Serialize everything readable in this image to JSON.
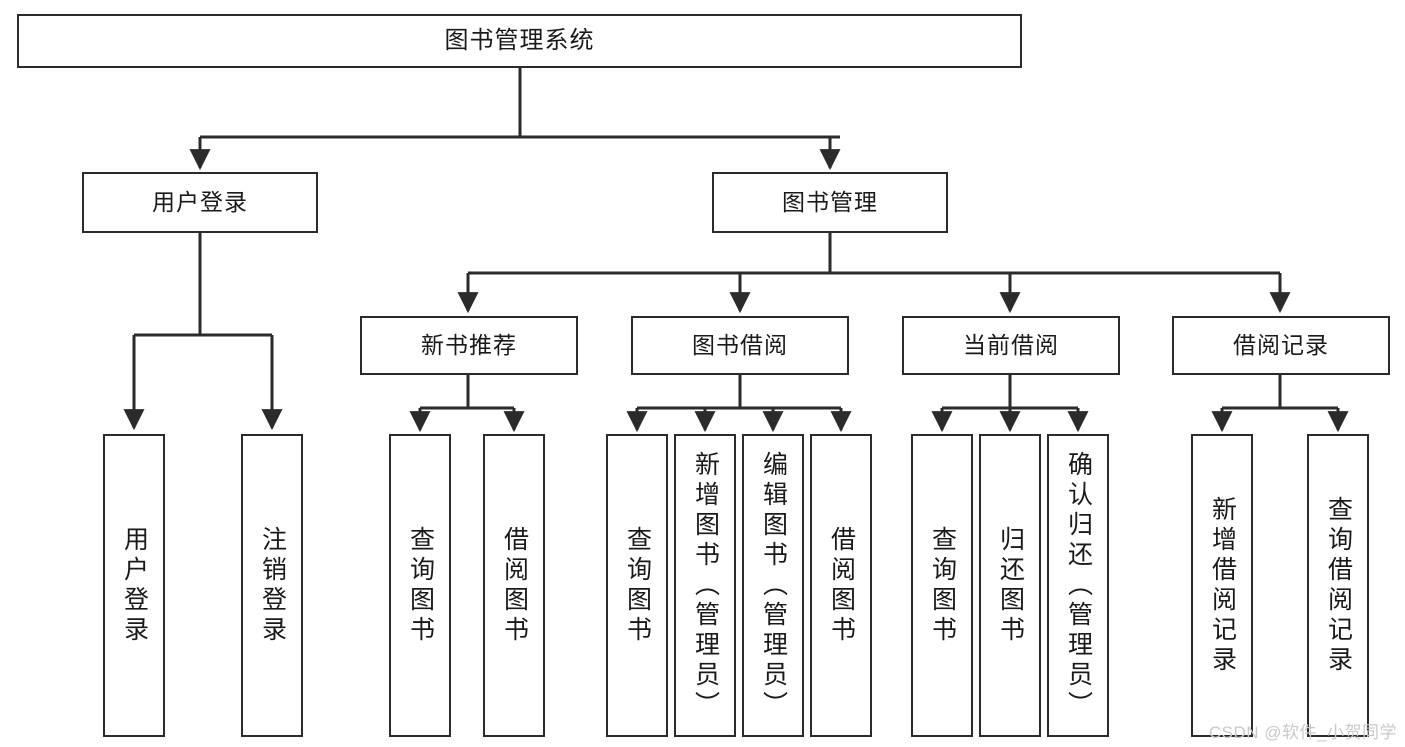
{
  "diagram": {
    "title": "图书管理系统",
    "type": "tree-hierarchy-diagram",
    "root": {
      "label": "图书管理系统"
    },
    "level2": [
      {
        "label": "用户登录"
      },
      {
        "label": "图书管理"
      }
    ],
    "level3": [
      {
        "label": "新书推荐"
      },
      {
        "label": "图书借阅"
      },
      {
        "label": "当前借阅"
      },
      {
        "label": "借阅记录"
      }
    ],
    "leaves": {
      "user_login": [
        {
          "label": "用户登录"
        },
        {
          "label": "注销登录"
        }
      ],
      "new_book_recommend": [
        {
          "label": "查询图书"
        },
        {
          "label": "借阅图书"
        }
      ],
      "book_borrow": [
        {
          "label": "查询图书"
        },
        {
          "label": "新增图书（管理员）"
        },
        {
          "label": "编辑图书（管理员）"
        },
        {
          "label": "借阅图书"
        }
      ],
      "current_borrow": [
        {
          "label": "查询图书"
        },
        {
          "label": "归还图书"
        },
        {
          "label": "确认归还（管理员）"
        }
      ],
      "borrow_record": [
        {
          "label": "新增借阅记录"
        },
        {
          "label": "查询借阅记录"
        }
      ]
    }
  },
  "watermark": {
    "text": "CSDN @软件_小贺同学"
  },
  "colors": {
    "border": "#2b2b2b",
    "background": "#ffffff",
    "text": "#1a1a1a",
    "watermark": "#c9c9c9"
  }
}
